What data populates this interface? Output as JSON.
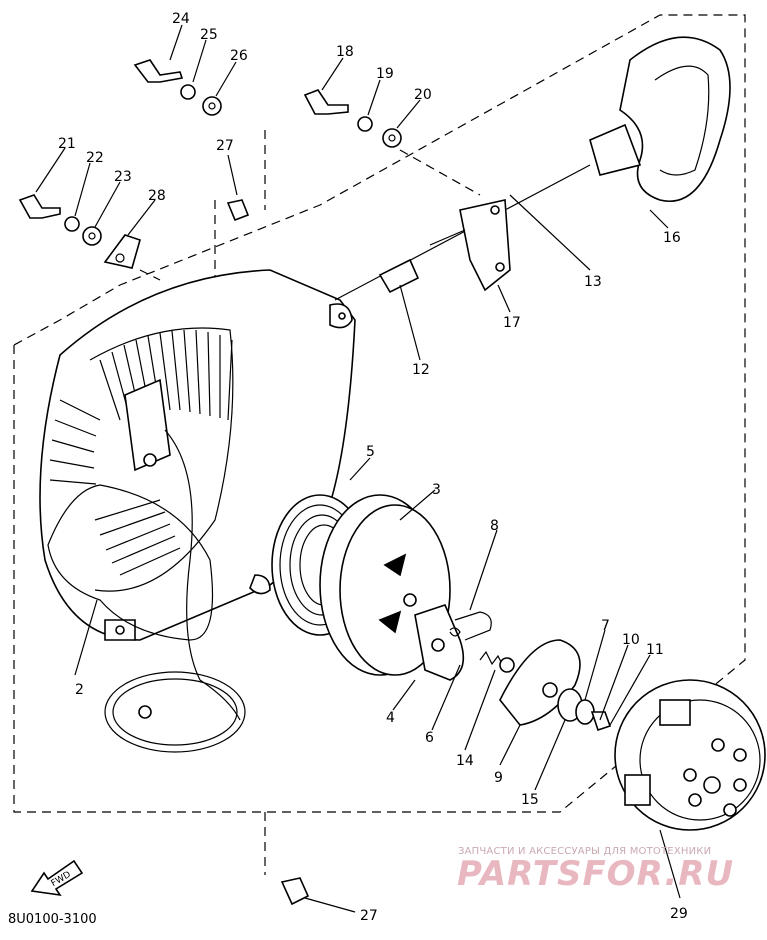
{
  "document_code": "8U0100-3100",
  "direction_marker": "FWD",
  "watermark": {
    "tagline": "ЗАПЧАСТИ И АКСЕССУАРЫ ДЛЯ МОТОТЕХНИКИ",
    "brand": "PARTSFOR.RU"
  },
  "callouts": {
    "p2": "2",
    "p3": "3",
    "p4": "4",
    "p5": "5",
    "p6": "6",
    "p7": "7",
    "p8": "8",
    "p9": "9",
    "p10": "10",
    "p11": "11",
    "p12": "12",
    "p13": "13",
    "p14": "14",
    "p15": "15",
    "p16": "16",
    "p17": "17",
    "p18": "18",
    "p19": "19",
    "p20": "20",
    "p21": "21",
    "p22": "22",
    "p23": "23",
    "p24": "24",
    "p25": "25",
    "p26": "26",
    "p27a": "27",
    "p27b": "27",
    "p28": "28",
    "p29": "29"
  }
}
